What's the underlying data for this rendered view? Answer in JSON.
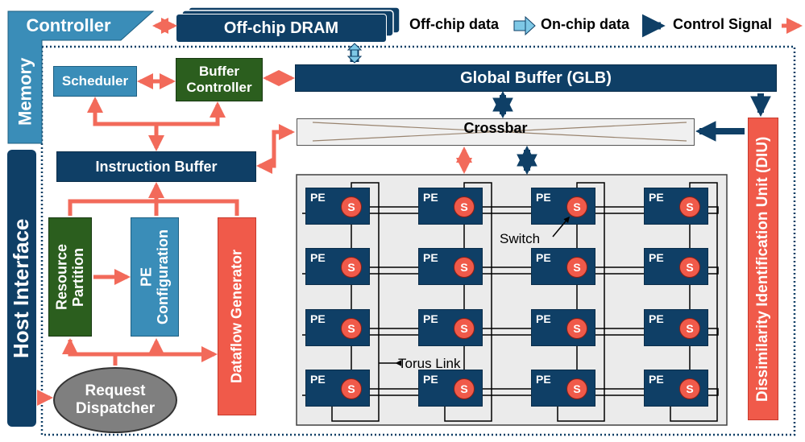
{
  "memory": {
    "label": "Memory",
    "controller_label": "Controller"
  },
  "host_interface": {
    "label": "Host Interface"
  },
  "dram": {
    "label": "Off-chip DRAM"
  },
  "legend": {
    "off_chip": "Off-chip data",
    "on_chip": "On-chip data",
    "control": "Control Signal"
  },
  "blocks": {
    "scheduler": "Scheduler",
    "buffer_controller": "Buffer Controller",
    "global_buffer": "Global Buffer (GLB)",
    "crossbar": "Crossbar",
    "instruction_buffer": "Instruction Buffer",
    "resource_partition": "Resource Partition",
    "pe_configuration": "PE Configuration",
    "dataflow_generator": "Dataflow Generator",
    "request_dispatcher": "Request Dispatcher",
    "diu": "Dissimilarity Identification Unit (DIU)"
  },
  "pe_array": {
    "pe_label": "PE",
    "switch_label": "S",
    "rows": 4,
    "cols": 4,
    "switch_note": "Switch",
    "torus_note": "Torus Link"
  },
  "colors": {
    "navy": "#0f3f66",
    "teal": "#3a8db8",
    "green": "#2b5e1e",
    "red": "#f05a4a",
    "control_arrow": "#f26a5a",
    "off_chip_arrow": "#7ec8e6",
    "on_chip_arrow": "#0f3f66",
    "request_dispatcher": "#7f7f7f"
  }
}
